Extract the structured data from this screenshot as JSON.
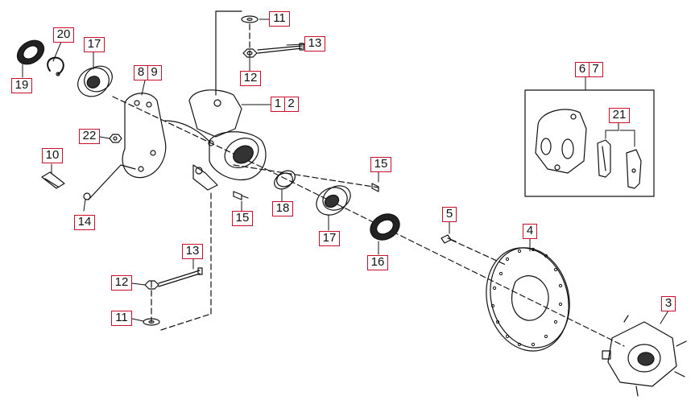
{
  "diagram": {
    "labels": {
      "p1": "1",
      "p2": "2",
      "p3": "3",
      "p4": "4",
      "p5": "5",
      "p6": "6",
      "p7": "7",
      "p8": "8",
      "p9": "9",
      "p10": "10",
      "p11a": "11",
      "p11b": "11",
      "p12a": "12",
      "p12b": "12",
      "p13a": "13",
      "p13b": "13",
      "p14": "14",
      "p15a": "15",
      "p15b": "15",
      "p16": "16",
      "p17a": "17",
      "p17b": "17",
      "p18": "18",
      "p19": "19",
      "p20": "20",
      "p21": "21",
      "p22": "22"
    },
    "colors": {
      "label_border": "#c8102e",
      "line": "#111111"
    }
  }
}
